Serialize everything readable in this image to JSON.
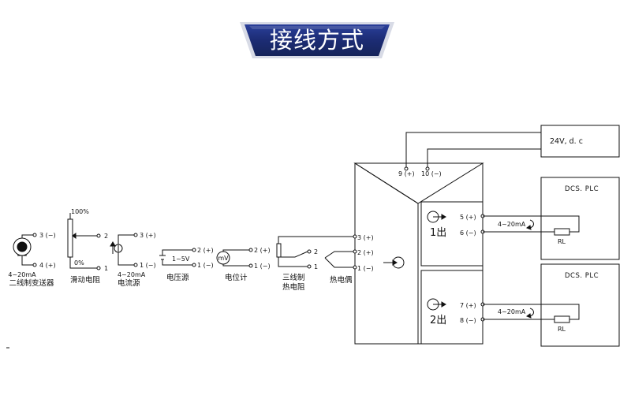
{
  "header": {
    "title": "接线方式"
  },
  "colors": {
    "banner_dark": "#16245a",
    "banner_light": "#2a3f9a",
    "line": "#111111"
  },
  "power": {
    "label": "24V, d. c",
    "pins": [
      "9 (+)",
      "10 (−)"
    ]
  },
  "inputs": {
    "two_wire": {
      "pins": [
        "3 (−)",
        "4 (+)"
      ],
      "caption_line1": "4~20mA",
      "caption_line2": "二线制变送器"
    },
    "slide_res": {
      "top": "100%",
      "bottom": "0%",
      "pin_wiper": "2",
      "pin_low": "1",
      "caption": "滑动电阻"
    },
    "current": {
      "pins": [
        "3 (+)",
        "1 (−)"
      ],
      "caption_line1": "4~20mA",
      "caption_line2": "电流源"
    },
    "voltage": {
      "value": "1~5V",
      "pins": [
        "2 (+)",
        "1 (−)"
      ],
      "caption": "电压源"
    },
    "pot": {
      "symbol": "mV",
      "pins": [
        "2 (+)",
        "1 (−)"
      ],
      "caption": "电位计"
    },
    "rtd": {
      "pin_a": "2",
      "pin_b": "1",
      "caption_line1": "三线制",
      "caption_line2": "热电阻"
    },
    "tc": {
      "caption": "热电偶"
    }
  },
  "module": {
    "input_pins": [
      "3 (+)",
      "2 (+)",
      "1 (−)"
    ],
    "out1": {
      "label": "1出",
      "pins": [
        "5 (+)",
        "6 (−)"
      ],
      "signal": "4~20mA"
    },
    "out2": {
      "label": "2出",
      "pins": [
        "7 (+)",
        "8 (−)"
      ],
      "signal": "4~20mA"
    }
  },
  "dcs1": {
    "title": "DCS. PLC",
    "load": "RL"
  },
  "dcs2": {
    "title": "DCS. PLC",
    "load": "RL"
  }
}
